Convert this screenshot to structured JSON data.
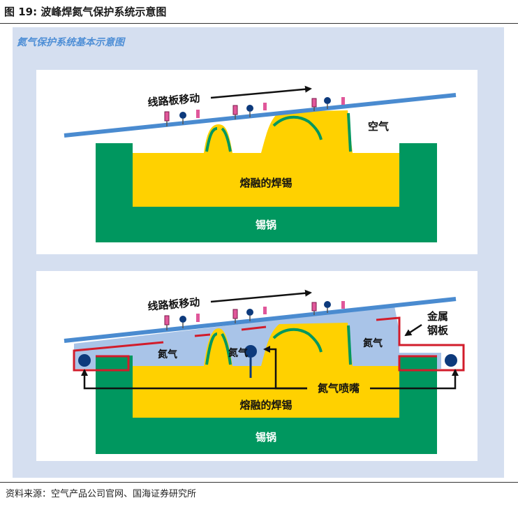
{
  "figure": {
    "title": "图 19:  波峰焊氮气保护系统示意图",
    "source": "资料来源：空气产品公司官网、国海证券研究所"
  },
  "panel": {
    "title": "氮气保护系统基本示意图"
  },
  "top_diagram": {
    "board_label": "线路板移动",
    "air_label": "空气",
    "solder_label": "熔融的焊锡",
    "pot_label": "锡锅"
  },
  "bottom_diagram": {
    "board_label": "线路板移动",
    "nitrogen_left": "氮气",
    "nitrogen_center": "氮气",
    "nitrogen_right": "氮气",
    "plate_label_line1": "金属",
    "plate_label_line2": "钢板",
    "nozzle_label": "氮气喷嘴",
    "solder_label": "熔融的焊锡",
    "pot_label": "锡锅"
  },
  "colors": {
    "panel_bg": "#d5dff0",
    "pot_green": "#00975f",
    "solder_yellow": "#ffd100",
    "board_blue": "#4a8bd0",
    "nitrogen_blue": "#a9c4e8",
    "plate_red": "#d21c2b",
    "nozzle_navy": "#0d3a7c",
    "component_pink": "#e0579a",
    "title_blue": "#4f8fd6"
  }
}
